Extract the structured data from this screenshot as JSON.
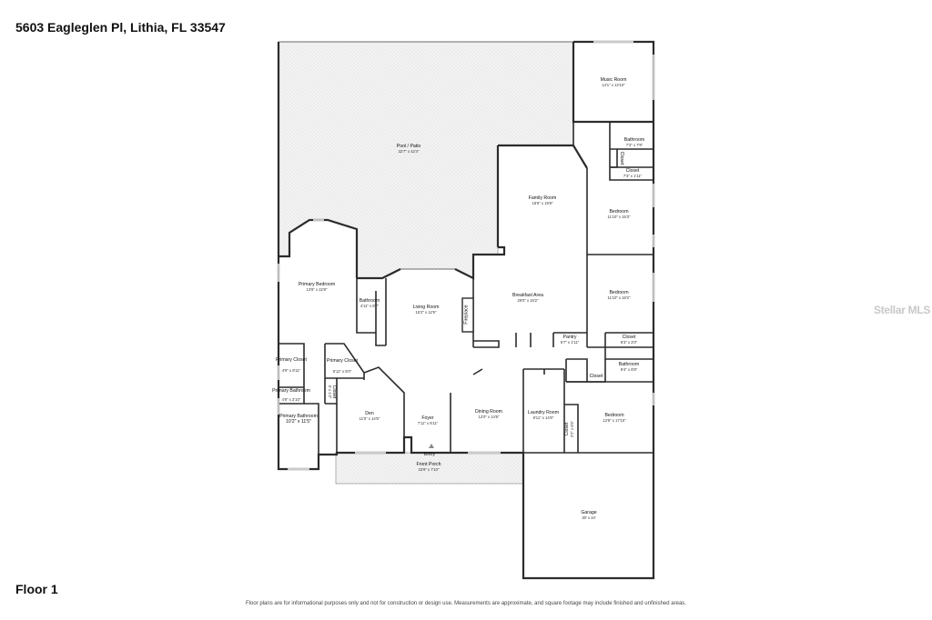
{
  "address": "5603 Eagleglen Pl, Lithia, FL 33547",
  "floor_label": "Floor 1",
  "disclaimer": "Floor plans are for informational purposes only and not for construction or design use. Measurements are approximate, and square footage may include finished and unfinished areas.",
  "watermark": "Stellar MLS",
  "rooms": {
    "pool_patio": {
      "name": "Pool / Patio",
      "dim": "32'7\" x 42'4\""
    },
    "music_room": {
      "name": "Music Room",
      "dim": "14'1\" x 13'10\""
    },
    "bathroom_ne": {
      "name": "Bathroom",
      "dim": "7'3\" x 7'9\""
    },
    "closet_ne_small": {
      "name": "Closet",
      "dim": ""
    },
    "closet_ne": {
      "name": "Closet",
      "dim": "7'3\" x 1'11\""
    },
    "family_room": {
      "name": "Family Room",
      "dim": "16'6\" x 19'8\""
    },
    "bedroom_ne": {
      "name": "Bedroom",
      "dim": "11'10\" x 15'3\""
    },
    "primary_bedroom": {
      "name": "Primary Bedroom",
      "dim": "13'8\" x 22'8\""
    },
    "bathroom_mid": {
      "name": "Bathroom",
      "dim": "4'11\" x 8'7\""
    },
    "living_room": {
      "name": "Living Room",
      "dim": "15'2\" x 12'5\""
    },
    "fireplace": {
      "name": "Fireplace"
    },
    "breakfast_area": {
      "name": "Breakfast Area",
      "dim": "29'0\" x 16'2\""
    },
    "bedroom_e": {
      "name": "Bedroom",
      "dim": "11'10\" x 16'2\""
    },
    "pantry": {
      "name": "Pantry",
      "dim": "5'7\" x 1'11\""
    },
    "closet_e": {
      "name": "Closet",
      "dim": "8'3\" x 2'0\""
    },
    "primary_closet_w": {
      "name": "Primary Closet",
      "dim": "4'9\" x 8'11\""
    },
    "primary_closet_c": {
      "name": "Primary Closet",
      "dim": "6'11\" x 6'0\""
    },
    "bathroom_se": {
      "name": "Bathroom",
      "dim": "8'4\" x 6'8\""
    },
    "closet_se": {
      "name": "Closet",
      "dim": ""
    },
    "primary_bathroom_small": {
      "name": "Primary Bathroom",
      "dim": "4'9\" x 2'10\""
    },
    "closet_den": {
      "name": "Closet",
      "dim": "5' x 1'3\""
    },
    "den": {
      "name": "Den",
      "dim": "11'0\" x 14'5\""
    },
    "foyer": {
      "name": "Foyer",
      "dim": "7'11\" x 6'11\""
    },
    "dining_room": {
      "name": "Dining Room",
      "dim": "12'0\" x 14'8\""
    },
    "laundry_room": {
      "name": "Laundry Room",
      "dim": "8'11\" x 14'6\""
    },
    "bedroom_se": {
      "name": "Bedroom",
      "dim": "13'8\" x 17'10\""
    },
    "closet_laundry": {
      "name": "Closet",
      "dim": "2'2\" x 6'5\""
    },
    "primary_bathroom": {
      "name": "Primary Bathroom",
      "dim": "10'2\" x 11'5\""
    },
    "entry": {
      "name": "Entry"
    },
    "front_porch": {
      "name": "Front Porch",
      "dim": "33'9\" x 7'10\""
    },
    "garage": {
      "name": "Garage",
      "dim": "30' x 24'"
    }
  }
}
